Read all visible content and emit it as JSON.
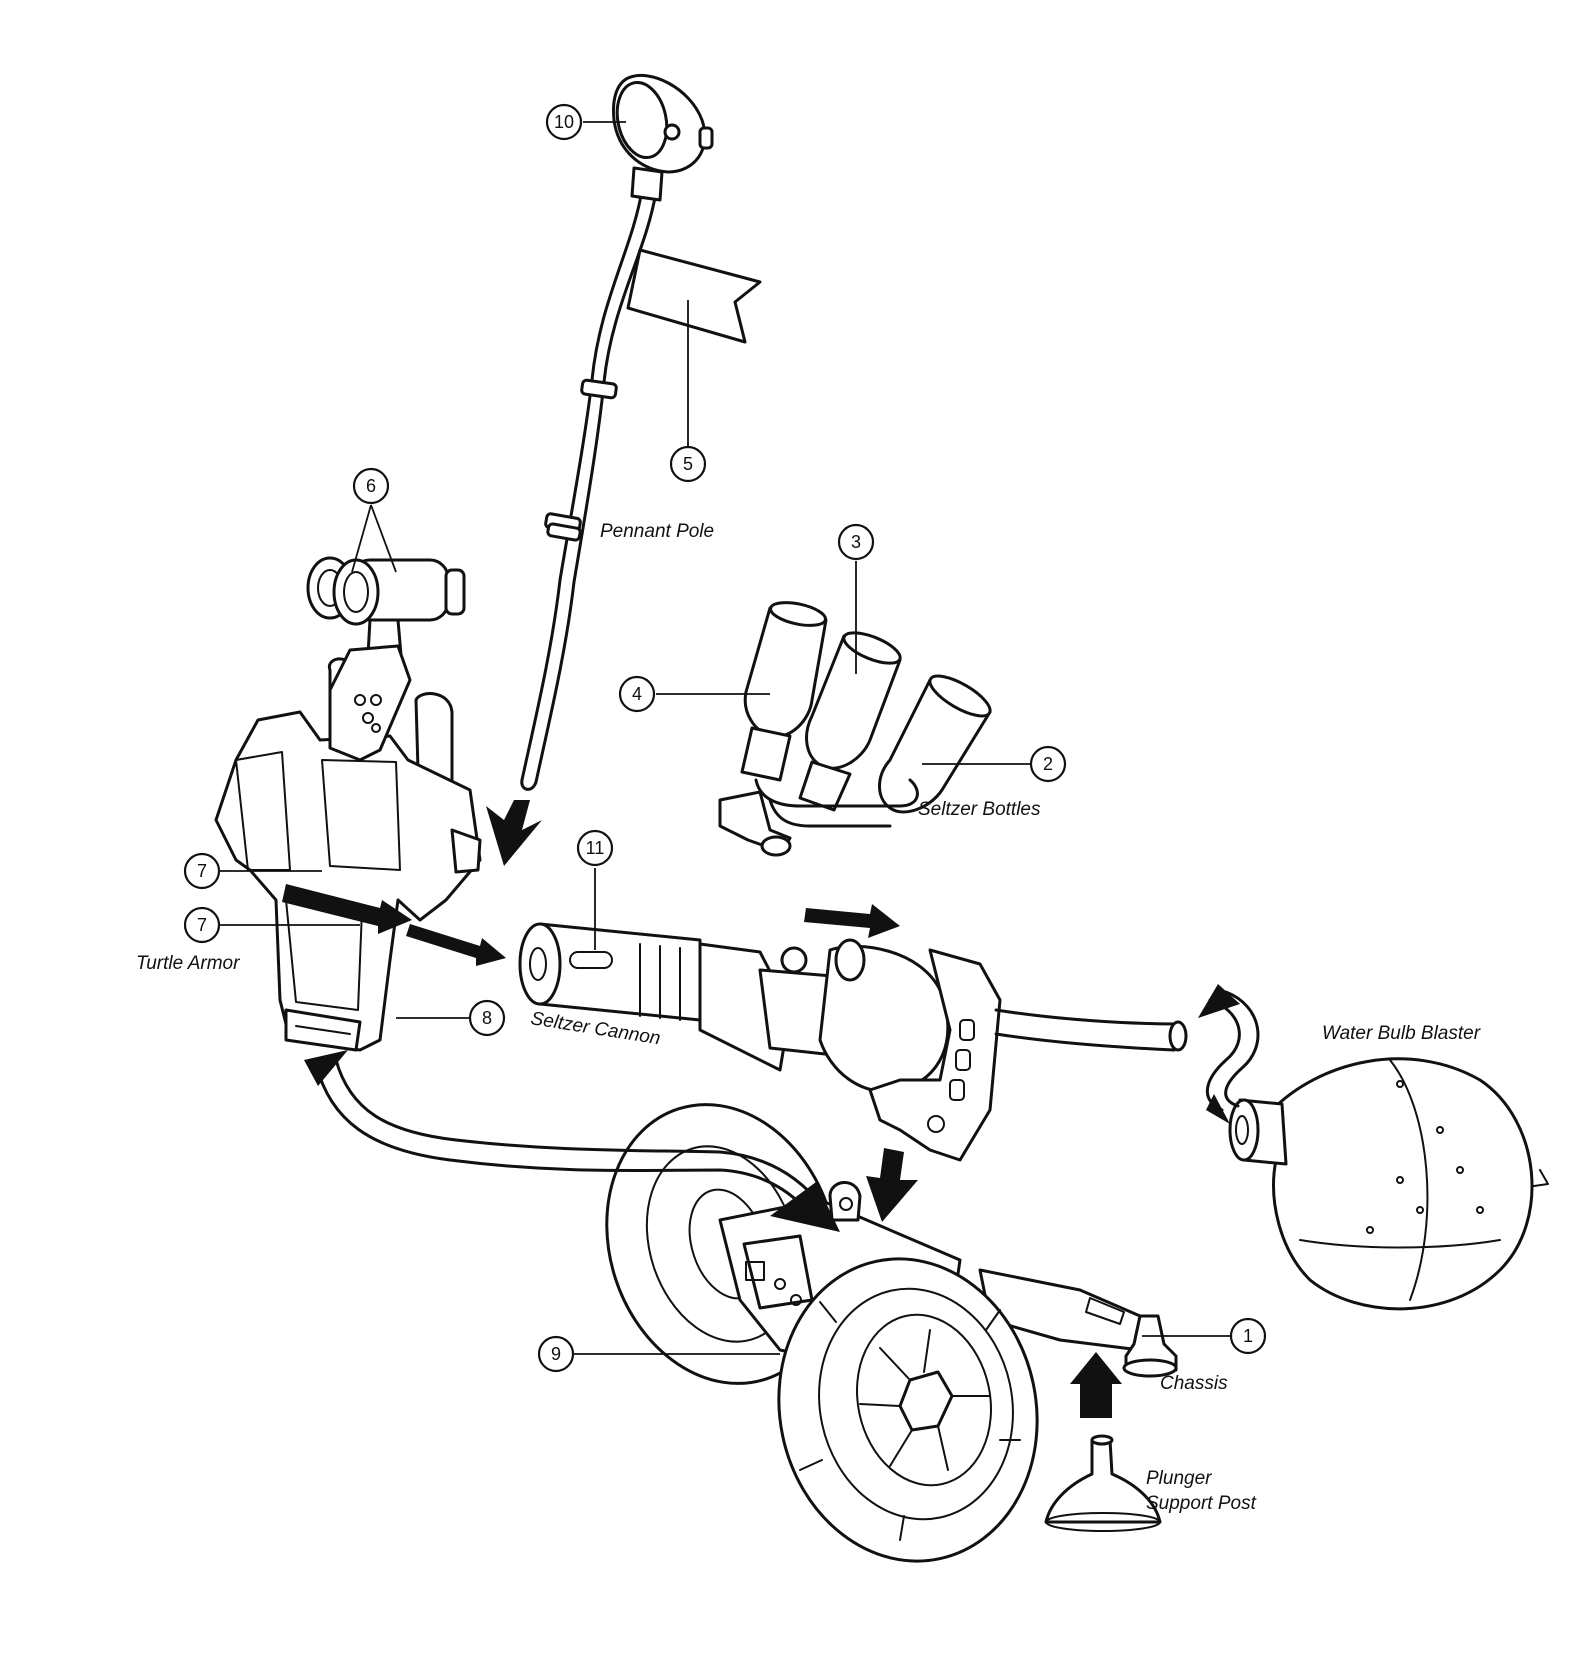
{
  "parts": {
    "n1": "1",
    "n2": "2",
    "n3": "3",
    "n4": "4",
    "n5": "5",
    "n6": "6",
    "n7a": "7",
    "n7b": "7",
    "n8": "8",
    "n9": "9",
    "n10": "10",
    "n11": "11"
  },
  "labels": {
    "pennant_pole": "Pennant Pole",
    "seltzer_bottles": "Seltzer Bottles",
    "turtle_armor": "Turtle Armor",
    "seltzer_cannon": "Seltzer Cannon",
    "water_bulb_blaster": "Water Bulb Blaster",
    "chassis": "Chassis",
    "plunger_line1": "Plunger",
    "plunger_line2": "Support Post"
  }
}
